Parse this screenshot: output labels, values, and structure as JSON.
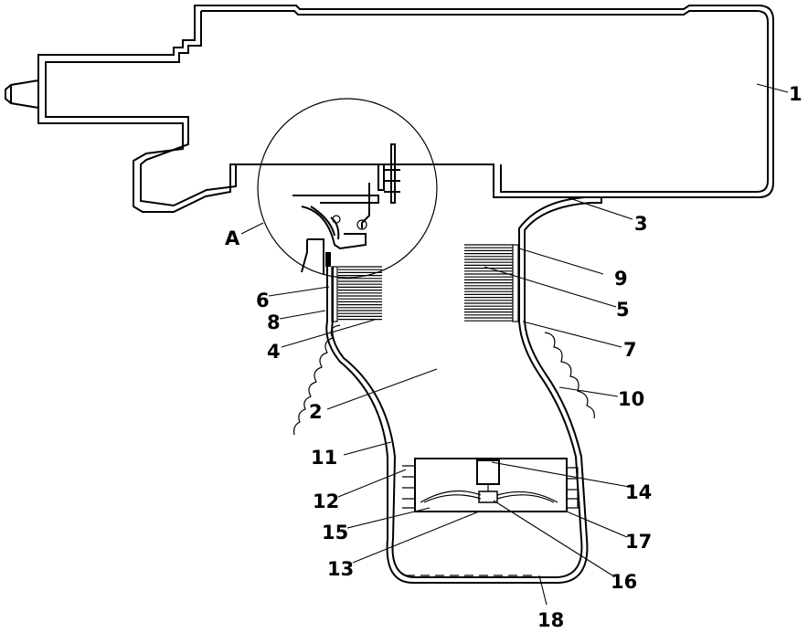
{
  "labels": {
    "l1": "1",
    "l2": "2",
    "l3": "3",
    "l4": "4",
    "l5": "5",
    "l6": "6",
    "l7": "7",
    "l8": "8",
    "l9": "9",
    "l10": "10",
    "l11": "11",
    "l12": "12",
    "l13": "13",
    "l14": "14",
    "l15": "15",
    "l16": "16",
    "l17": "17",
    "l18": "18",
    "lA": "A"
  }
}
